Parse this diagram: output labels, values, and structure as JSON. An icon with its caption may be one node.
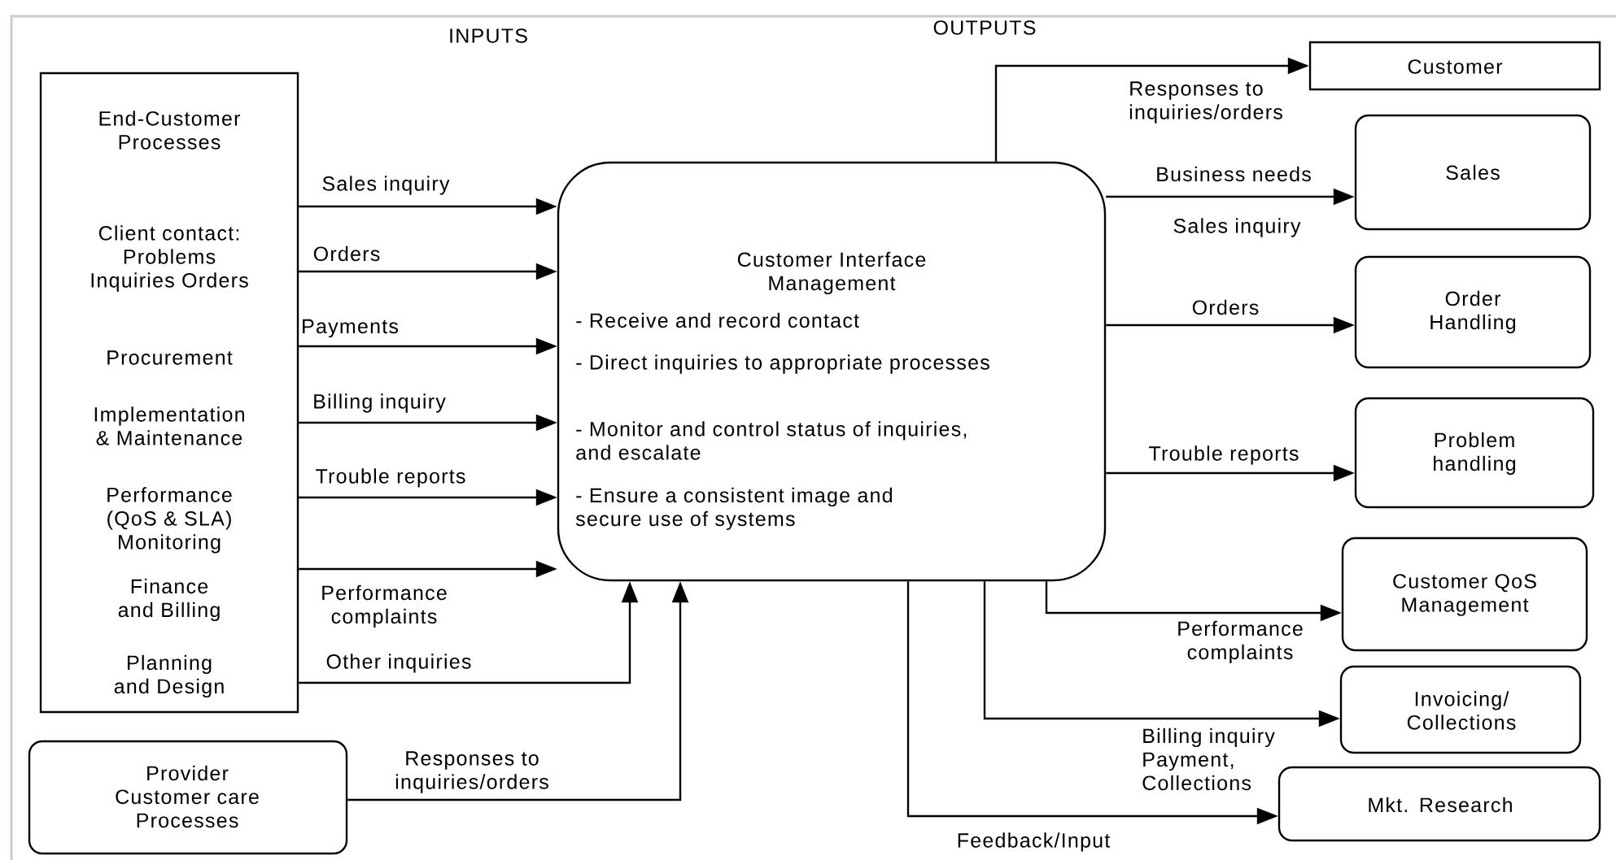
{
  "diagram": {
    "nodes": [
      {
        "text": [
          "End-Customer Processes",
          "Client contact: Problems Inquiries Orders",
          "Procurement",
          "Implementation & Maintenance",
          "Performance (QoS & SLA) Monitoring",
          "Finance and Billing",
          "Planning and Design"
        ]
      },
      {
        "text": [
          "Provider Customer care Processes"
        ]
      },
      {
        "text": [
          "Customer Interface Management",
          "- Receive and record contact",
          "- Direct inquiries to appropriate processes",
          "- Monitor and control status of inquiries, and escalate",
          "- Ensure a consistent image and secure use of systems"
        ]
      },
      {
        "text": [
          "Customer"
        ]
      },
      {
        "text": [
          "Sales"
        ]
      },
      {
        "text": [
          "Order Handling"
        ]
      },
      {
        "text": [
          "Problem handling"
        ]
      },
      {
        "text": [
          "Customer QoS Management"
        ]
      },
      {
        "text": [
          "Invoicing/ Collections"
        ]
      },
      {
        "text": [
          "Mkt. Research"
        ]
      }
    ],
    "edges": [
      {
        "from": 0,
        "to": 2,
        "arrow": "to",
        "label": "Sales inquiry"
      },
      {
        "from": 0,
        "to": 2,
        "arrow": "to",
        "label": "Orders"
      },
      {
        "from": 0,
        "to": 2,
        "arrow": "to",
        "label": "Payments"
      },
      {
        "from": 0,
        "to": 2,
        "arrow": "to",
        "label": "Billing inquiry"
      },
      {
        "from": 0,
        "to": 2,
        "arrow": "to",
        "label": "Trouble reports"
      },
      {
        "from": 0,
        "to": 2,
        "arrow": "to",
        "label": "Performance complaints"
      },
      {
        "from": 0,
        "to": 2,
        "arrow": "to",
        "label": "Other inquiries"
      },
      {
        "from": 1,
        "to": 2,
        "arrow": "to",
        "label": "Responses to inquiries/orders"
      },
      {
        "from": 2,
        "to": 3,
        "arrow": "to",
        "label": "Responses to inquiries/orders"
      },
      {
        "from": 2,
        "to": 4,
        "arrow": "to",
        "label": "Business needs"
      },
      {
        "from": 2,
        "to": 5,
        "arrow": "to",
        "label": "Orders"
      },
      {
        "from": 2,
        "to": 6,
        "arrow": "to",
        "label": "Trouble reports"
      },
      {
        "from": 2,
        "to": 7,
        "arrow": "to",
        "label": "Performance complaints"
      },
      {
        "from": 2,
        "to": 8,
        "arrow": "to",
        "label": "Billing inquiry Payment, Collections"
      },
      {
        "from": 2,
        "to": 9,
        "arrow": "to",
        "label": "Feedback/Input"
      }
    ],
    "labels": [
      "INPUTS",
      "OUTPUTS",
      "Sales inquiry"
    ]
  }
}
